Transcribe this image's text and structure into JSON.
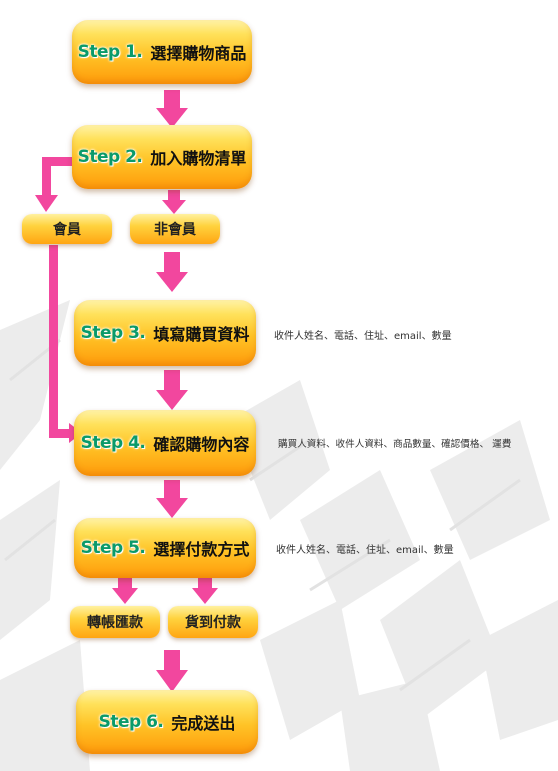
{
  "steps": [
    {
      "num": "Step 1.",
      "text": "選擇購物商品"
    },
    {
      "num": "Step 2.",
      "text": "加入購物清單"
    },
    {
      "num": "Step 3.",
      "text": "填寫購買資料"
    },
    {
      "num": "Step 4.",
      "text": "確認購物內容"
    },
    {
      "num": "Step 5.",
      "text": "選擇付款方式"
    },
    {
      "num": "Step 6.",
      "text": "完成送出"
    }
  ],
  "branches": {
    "member": "會員",
    "non_member": "非會員",
    "transfer": "轉帳匯款",
    "cod": "貨到付款"
  },
  "notes": {
    "step3": "收件人姓名、電話、住址、email、數量",
    "step4": "購買人資料、收件人資料、商品數量、確認價格、 運費",
    "step5": "收件人姓名、電話、住址、email、數量"
  },
  "colors": {
    "arrow": "#f2479e",
    "step_number": "#0a9a6a"
  }
}
